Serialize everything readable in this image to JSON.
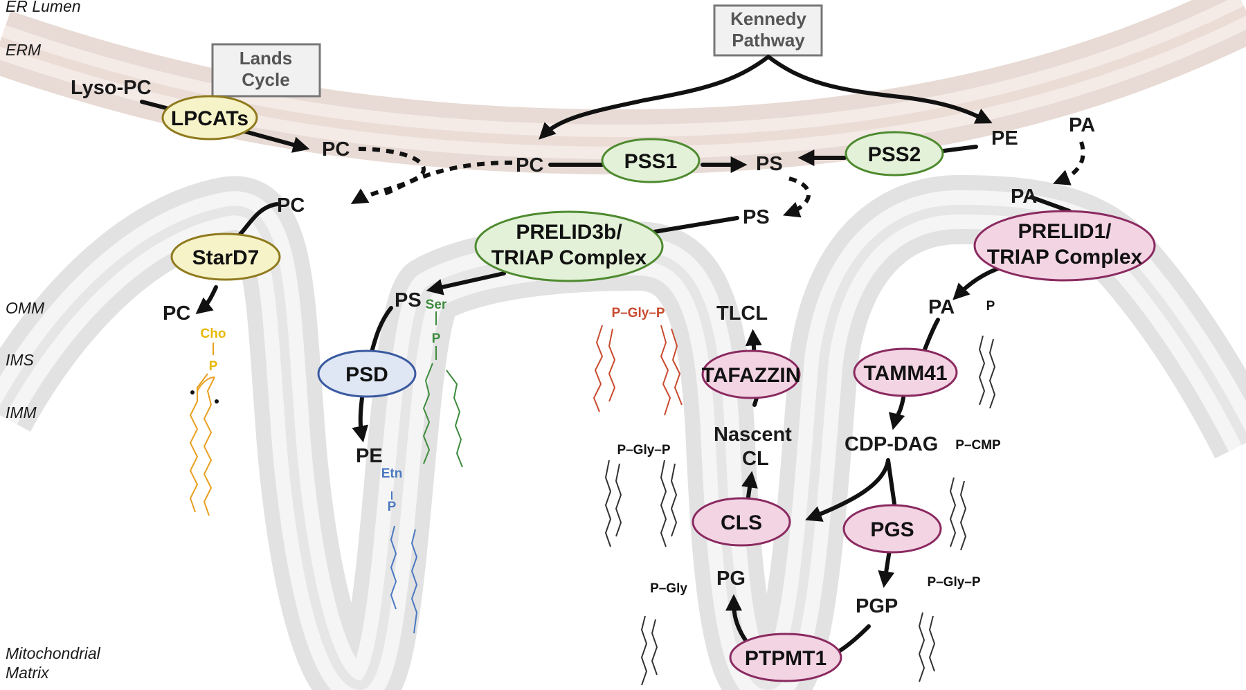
{
  "compartments": {
    "er_lumen": "ER Lumen",
    "erm": "ERM",
    "omm": "OMM",
    "ims": "IMS",
    "imm": "IMM",
    "matrix_1": "Mitochondrial",
    "matrix_2": "Matrix"
  },
  "boxes": {
    "lands_1": "Lands",
    "lands_2": "Cycle",
    "kennedy_1": "Kennedy",
    "kennedy_2": "Pathway"
  },
  "enzymes": {
    "lpcats": "LPCATs",
    "pss1": "PSS1",
    "pss2": "PSS2",
    "stard7": "StarD7",
    "prelid3b_1": "PRELID3b/",
    "prelid3b_2": "TRIAP Complex",
    "prelid1_1": "PRELID1/",
    "prelid1_2": "TRIAP Complex",
    "psd": "PSD",
    "tafazzin": "TAFAZZIN",
    "tamm41": "TAMM41",
    "cls": "CLS",
    "pgs": "PGS",
    "ptpmt1": "PTPMT1"
  },
  "metabolites": {
    "lyso_pc": "Lyso-PC",
    "pc_er1": "PC",
    "pc_er2": "PC",
    "pc_omm": "PC",
    "pc_ims": "PC",
    "ps_er": "PS",
    "ps_omm": "PS",
    "ps_ims": "PS",
    "pe_er": "PE",
    "pe_ims": "PE",
    "pa_er": "PA",
    "pa_omm": "PA",
    "pa_ims": "PA",
    "tlcl": "TLCL",
    "nascent_1": "Nascent",
    "nascent_2": "CL",
    "cdp_dag": "CDP-DAG",
    "pg": "PG",
    "pgp": "PGP"
  },
  "head_groups": {
    "cho": "Cho",
    "p_pc": "P",
    "ser": "Ser",
    "p_ps": "P",
    "etn": "Etn",
    "p_pe": "P",
    "cl_red": "P–Gly–P",
    "cl_black": "P–Gly–P",
    "p_pa": "P",
    "p_cmp": "P–CMP",
    "p_gly": "P–Gly",
    "p_gly_p": "P–Gly–P"
  },
  "colors": {
    "er_membrane": "#e9dcd6",
    "mito_membrane": "#e9e9e9",
    "yellow_fill": "#f7f3c8",
    "yellow_stroke": "#8f7a1e",
    "green_fill": "#e3f1d8",
    "green_stroke": "#4e8a2f",
    "pink_fill": "#f3d4e3",
    "pink_stroke": "#8a2a60",
    "blue_fill": "#dfe6f4",
    "blue_stroke": "#3a5aa0",
    "pc_lipid": "#e8a020",
    "ps_lipid": "#3c8a3c",
    "pe_lipid": "#4a78c0",
    "cl_lipid": "#c84a2e"
  }
}
